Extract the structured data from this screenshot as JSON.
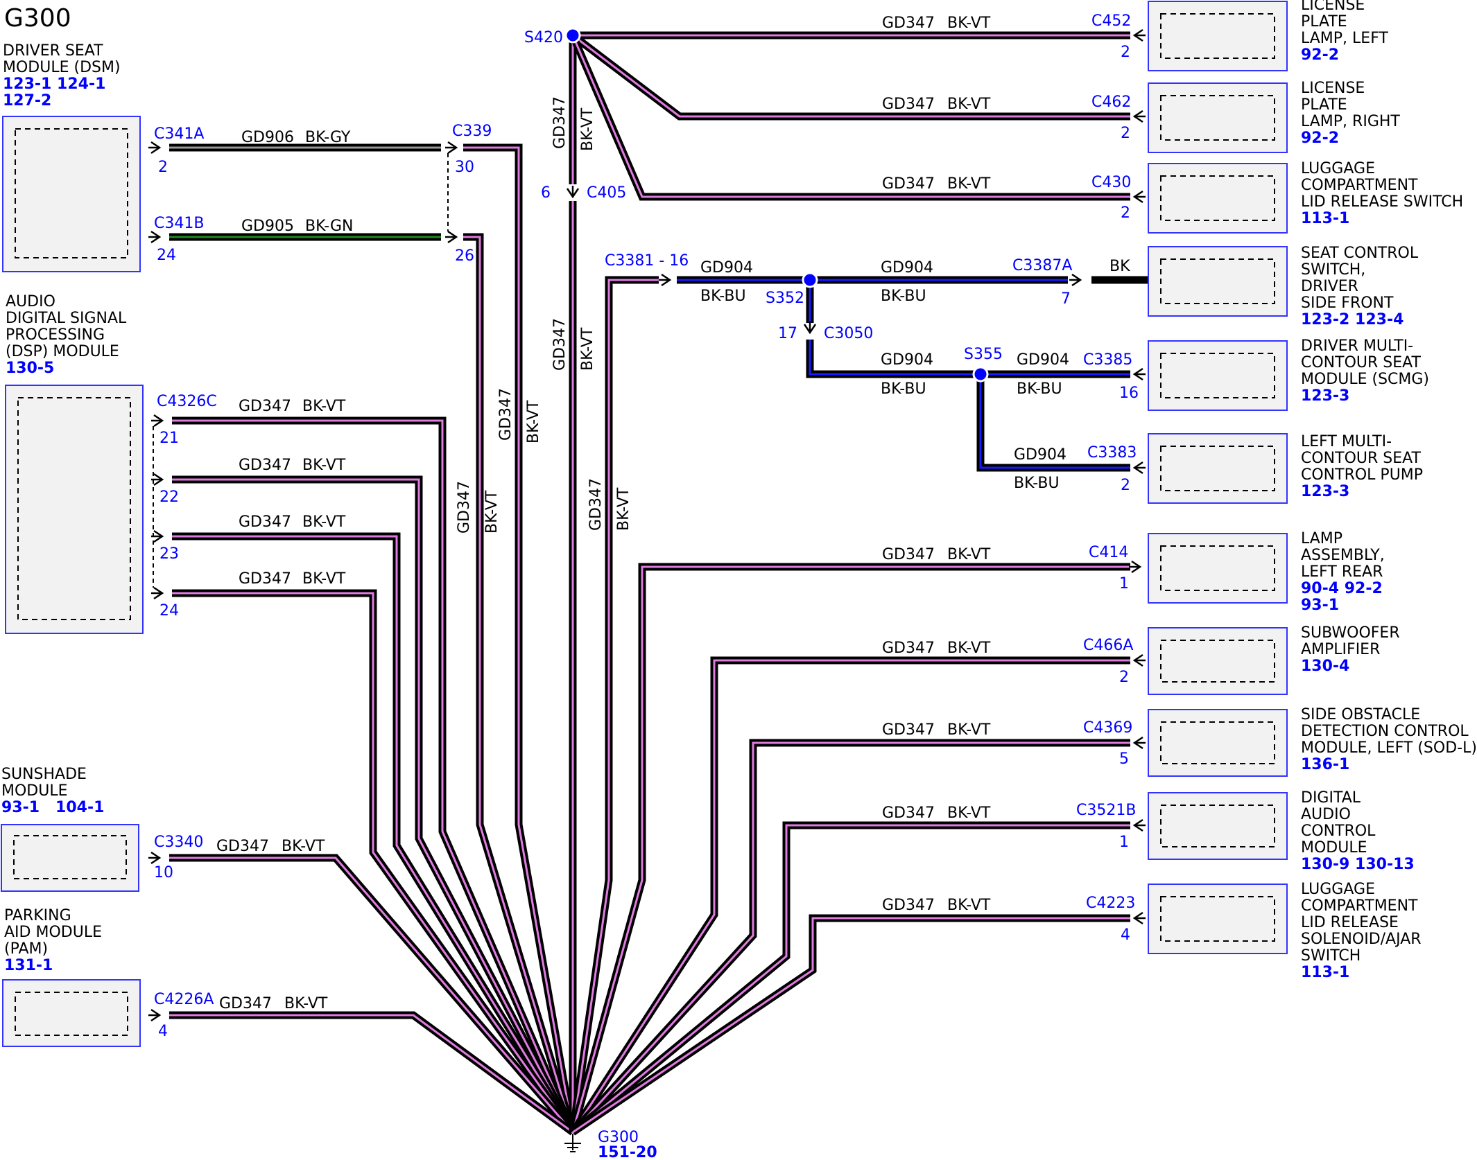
{
  "title": "G300",
  "colors": {
    "connector_text": "#0000ff",
    "reference_text": "#0000ff",
    "box_stroke": "#3333ff",
    "box_fill": "#f2f2f2",
    "wire_core_violet": "#e07ce0",
    "wire_core_green": "#1f8a1f",
    "wire_core_gray": "#9a9a9a",
    "wire_core_blue": "#1a1aff",
    "wire_outer": "#000000",
    "splice": "#0000ff"
  },
  "components": [
    {
      "id": "dsm",
      "lines": [
        "DRIVER SEAT",
        "MODULE (DSM)"
      ],
      "refs": [
        "123-1 124-1",
        "127-2"
      ]
    },
    {
      "id": "dsp",
      "lines": [
        "AUDIO",
        "DIGITAL SIGNAL",
        "PROCESSING",
        "(DSP) MODULE"
      ],
      "refs": [
        "130-5"
      ]
    },
    {
      "id": "sunshade",
      "lines": [
        "SUNSHADE",
        "MODULE"
      ],
      "refs": [
        "93-1   104-1"
      ]
    },
    {
      "id": "pam",
      "lines": [
        "PARKING",
        "AID MODULE",
        "(PAM)"
      ],
      "refs": [
        "131-1"
      ]
    },
    {
      "id": "lp_left",
      "lines": [
        "LICENSE",
        "PLATE",
        "LAMP, LEFT"
      ],
      "refs": [
        "92-2"
      ]
    },
    {
      "id": "lp_right",
      "lines": [
        "LICENSE",
        "PLATE",
        "LAMP, RIGHT"
      ],
      "refs": [
        "92-2"
      ]
    },
    {
      "id": "lug_sw",
      "lines": [
        "LUGGAGE",
        "COMPARTMENT",
        "LID RELEASE SWITCH"
      ],
      "refs": [
        "113-1"
      ]
    },
    {
      "id": "seat_sw",
      "lines": [
        "SEAT CONTROL",
        "SWITCH,",
        "DRIVER",
        "SIDE FRONT"
      ],
      "refs": [
        "123-2 123-4"
      ]
    },
    {
      "id": "scmg",
      "lines": [
        "DRIVER MULTI-",
        "CONTOUR SEAT",
        "MODULE (SCMG)"
      ],
      "refs": [
        "123-3"
      ]
    },
    {
      "id": "pump",
      "lines": [
        "LEFT MULTI-",
        "CONTOUR SEAT",
        "CONTROL PUMP"
      ],
      "refs": [
        "123-3"
      ]
    },
    {
      "id": "lamp_lr",
      "lines": [
        "LAMP",
        "ASSEMBLY,",
        "LEFT REAR"
      ],
      "refs": [
        "90-4   92-2",
        "93-1"
      ]
    },
    {
      "id": "sub",
      "lines": [
        "SUBWOOFER",
        "AMPLIFIER"
      ],
      "refs": [
        "130-4"
      ]
    },
    {
      "id": "sod",
      "lines": [
        "SIDE OBSTACLE",
        "DETECTION CONTROL",
        "MODULE, LEFT (SOD-L)"
      ],
      "refs": [
        "136-1"
      ]
    },
    {
      "id": "dacm",
      "lines": [
        "DIGITAL",
        "AUDIO",
        "CONTROL",
        "MODULE"
      ],
      "refs": [
        "130-9   130-13"
      ]
    },
    {
      "id": "lug_sol",
      "lines": [
        "LUGGAGE",
        "COMPARTMENT",
        "LID RELEASE",
        "SOLENOID/AJAR",
        "SWITCH"
      ],
      "refs": [
        "113-1"
      ]
    }
  ],
  "connectors": [
    {
      "id": "C341A",
      "pin": "2"
    },
    {
      "id": "C341B",
      "pin": "24"
    },
    {
      "id": "C339a",
      "name": "C339",
      "pin": "30"
    },
    {
      "id": "C339b",
      "pin": "26"
    },
    {
      "id": "C4326C_21",
      "name": "C4326C",
      "pin": "21"
    },
    {
      "id": "C4326C_22",
      "pin": "22"
    },
    {
      "id": "C4326C_23",
      "pin": "23"
    },
    {
      "id": "C4326C_24",
      "pin": "24"
    },
    {
      "id": "C3340",
      "pin": "10"
    },
    {
      "id": "C4226A",
      "pin": "4"
    },
    {
      "id": "C405",
      "pin": "6"
    },
    {
      "id": "C3381",
      "name": "C3381 - 16"
    },
    {
      "id": "C3050",
      "pin": "17"
    },
    {
      "id": "C452",
      "pin": "2"
    },
    {
      "id": "C462",
      "pin": "2"
    },
    {
      "id": "C430",
      "pin": "2"
    },
    {
      "id": "C3387A",
      "pin": "7"
    },
    {
      "id": "C3385",
      "pin": "16"
    },
    {
      "id": "C3383",
      "pin": "2"
    },
    {
      "id": "C414",
      "pin": "1"
    },
    {
      "id": "C466A",
      "pin": "2"
    },
    {
      "id": "C4369",
      "pin": "5"
    },
    {
      "id": "C3521B",
      "pin": "1"
    },
    {
      "id": "C4223",
      "pin": "4"
    }
  ],
  "splices": [
    "S420",
    "S352",
    "S355"
  ],
  "ground": {
    "name": "G300",
    "ref": "151-20"
  },
  "wire_labels": {
    "gd906": "GD906",
    "bkgy": "BK-GY",
    "gd905": "GD905",
    "bkgn": "BK-GN",
    "gd347": "GD347",
    "bkvt": "BK-VT",
    "gd904": "GD904",
    "bkbu": "BK-BU",
    "bk": "BK"
  }
}
